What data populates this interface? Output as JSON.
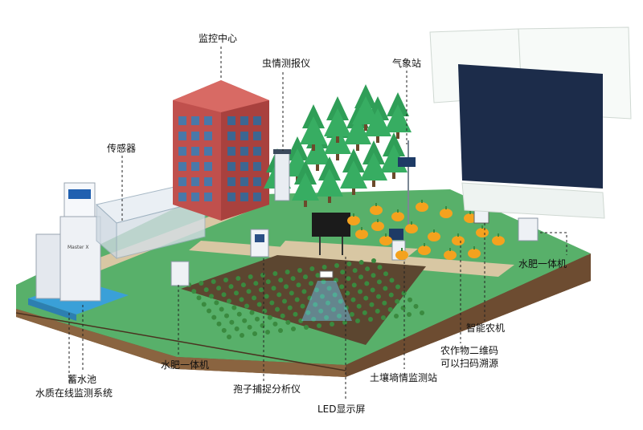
{
  "labels": {
    "monitor_center": "监控中心",
    "insect_monitor": "虫情测报仪",
    "weather_station": "气象站",
    "sensor": "传感器",
    "water_fertilizer_left": "水肥一体机",
    "water_fertilizer_right": "水肥一体机",
    "smart_machine": "智能农机",
    "qr_line1": "农作物二维码",
    "qr_line2": "可以扫码溯源",
    "soil_station": "土壤墒情监测站",
    "spore_analyzer": "孢子捕捉分析仪",
    "led_screen": "LED显示屏",
    "reservoir": "蓄水池",
    "water_quality": "水质在线监测系统",
    "device_brand": "Master X"
  },
  "colors": {
    "grass": "#58b06a",
    "grass_dark": "#3f9556",
    "soil": "#7a5a3c",
    "soil_dark": "#5b412b",
    "path": "#d8c7a3",
    "building": "#c0504d",
    "tree": "#2f9e57",
    "water": "#3aa0d8",
    "dashboard_dark": "#1c2c4a",
    "pumpkin": "#f4a21e"
  }
}
